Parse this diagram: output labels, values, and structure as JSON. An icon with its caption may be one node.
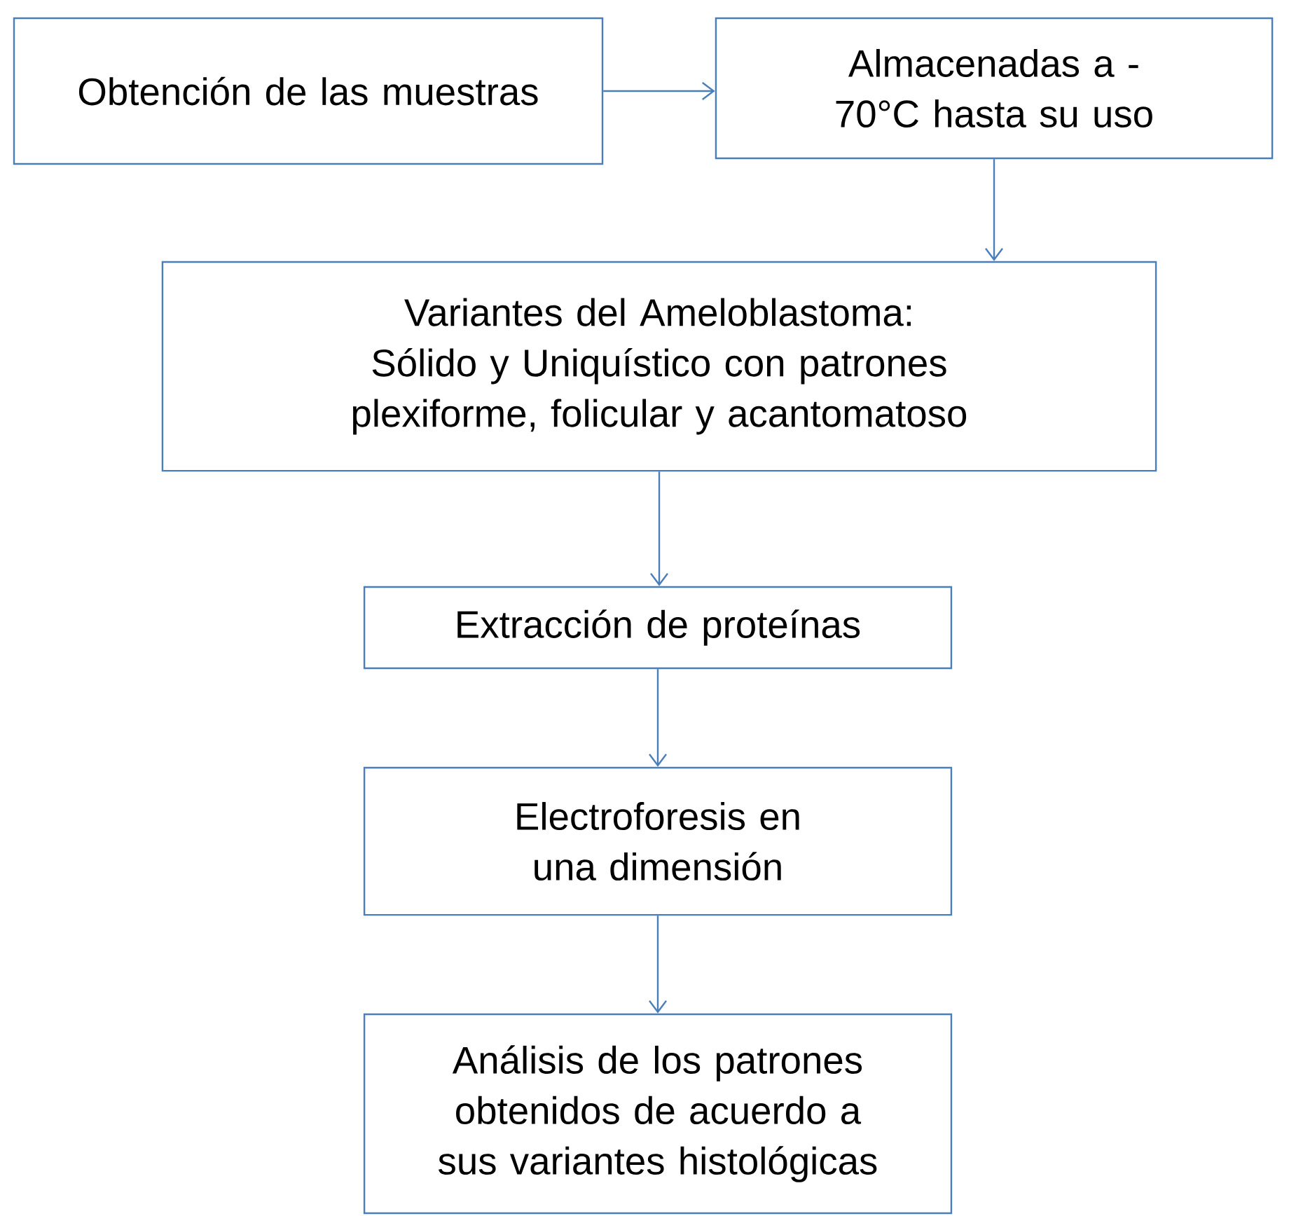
{
  "diagram": {
    "nodes": [
      {
        "text": [
          "Obtención de las muestras"
        ]
      },
      {
        "text": [
          "Almacenadas a -70°C hasta su uso"
        ]
      },
      {
        "text": [
          "Variantes del Ameloblastoma: Sólido y Uniquístico con patrones plexiforme, folicular y acantomatoso"
        ]
      },
      {
        "text": [
          "Extracción de proteínas"
        ]
      },
      {
        "text": [
          "Electroforesis en una dimensión"
        ]
      },
      {
        "text": [
          "Análisis de los patrones obtenidos de acuerdo a sus variantes histológicas"
        ]
      }
    ],
    "edges": [
      {
        "from": 0,
        "to": 1,
        "arrow": "to"
      },
      {
        "from": 1,
        "to": 2,
        "arrow": "to"
      },
      {
        "from": 2,
        "to": 3,
        "arrow": "to"
      },
      {
        "from": 3,
        "to": 4,
        "arrow": "to"
      },
      {
        "from": 4,
        "to": 5,
        "arrow": "to"
      }
    ]
  }
}
